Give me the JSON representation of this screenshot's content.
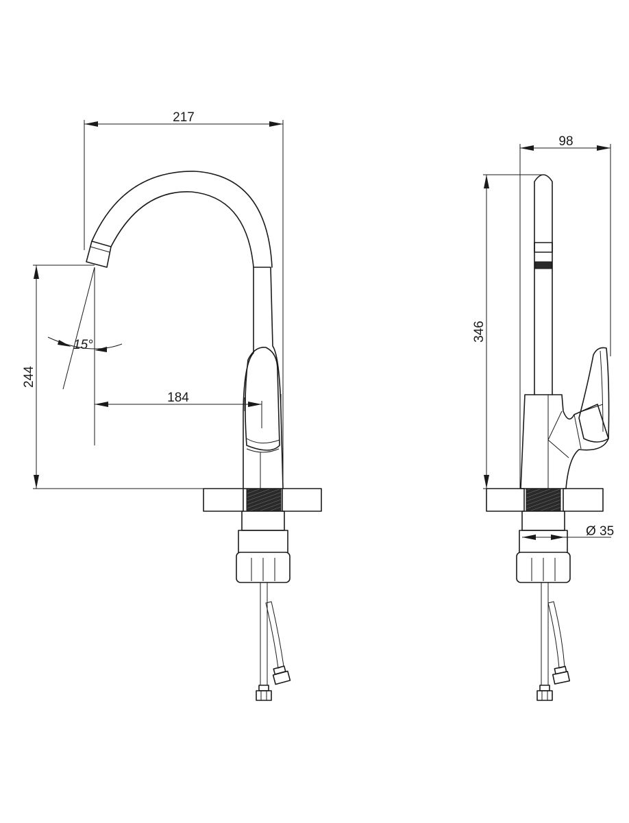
{
  "front_view": {
    "dim_width": "217",
    "dim_height": "244",
    "dim_reach": "184",
    "dim_angle": "15°"
  },
  "side_view": {
    "dim_width": "98",
    "dim_height": "346",
    "dim_diameter": "Ø 35"
  }
}
